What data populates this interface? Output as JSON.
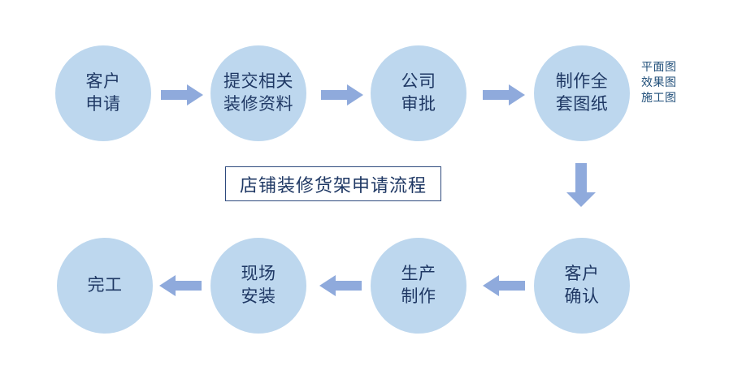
{
  "diagram": {
    "title_box": {
      "text": "店铺装修货架申请流程"
    },
    "annotation": {
      "lines": [
        "平面图",
        "效果图",
        "施工图"
      ]
    },
    "nodes": [
      {
        "id": "customer-application",
        "label": "客户\n申请",
        "row": "top",
        "order": 1
      },
      {
        "id": "submit-materials",
        "label": "提交相关\n装修资料",
        "row": "top",
        "order": 2
      },
      {
        "id": "company-approval",
        "label": "公司\n审批",
        "row": "top",
        "order": 3
      },
      {
        "id": "produce-drawings",
        "label": "制作全\n套图纸",
        "row": "top",
        "order": 4
      },
      {
        "id": "customer-confirmation",
        "label": "客户\n确认",
        "row": "bottom",
        "order": 5
      },
      {
        "id": "production",
        "label": "生产\n制作",
        "row": "bottom",
        "order": 6
      },
      {
        "id": "onsite-installation",
        "label": "现场\n安装",
        "row": "bottom",
        "order": 7
      },
      {
        "id": "completion",
        "label": "完工",
        "row": "bottom",
        "order": 8
      }
    ],
    "colors": {
      "node_fill": "#BDD7EE",
      "arrow_fill": "#8FAADC",
      "text": "#1F3864",
      "annotation_text": "#1F4E79",
      "box_border": "#2E4A7D",
      "background": "#FFFFFF"
    }
  }
}
